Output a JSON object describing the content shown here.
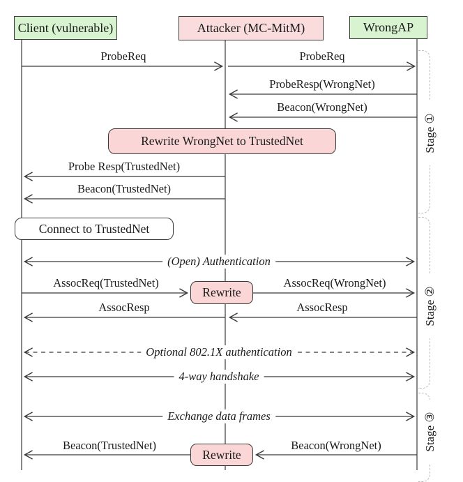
{
  "diagram": {
    "title": "MC-MitM attack sequence diagram",
    "actors": [
      {
        "id": "client",
        "label": "Client (vulnerable)"
      },
      {
        "id": "attacker",
        "label": "Attacker (MC-MitM)"
      },
      {
        "id": "wrongap",
        "label": "WrongAP"
      }
    ],
    "messages": {
      "probe_req_left": "ProbeReq",
      "probe_req_right": "ProbeReq",
      "probe_resp_wrong": "ProbeResp(WrongNet)",
      "beacon_wrong": "Beacon(WrongNet)",
      "probe_resp_trusted": "Probe Resp(TrustedNet)",
      "beacon_trusted": "Beacon(TrustedNet)",
      "open_auth": "(Open) Authentication",
      "assoc_req_trusted": "AssocReq(TrustedNet)",
      "assoc_req_wrong": "AssocReq(WrongNet)",
      "assoc_resp_left": "AssocResp",
      "assoc_resp_right": "AssocResp",
      "optional_8021x": "Optional 802.1X authentication",
      "four_way_handshake": "4-way handshake",
      "exchange_data": "Exchange data frames",
      "beacon_trusted_2": "Beacon(TrustedNet)",
      "beacon_wrong_2": "Beacon(WrongNet)"
    },
    "notes": {
      "rewrite_full": "Rewrite WrongNet to TrustedNet",
      "connect": "Connect to TrustedNet",
      "rewrite_1": "Rewrite",
      "rewrite_2": "Rewrite"
    },
    "stages": [
      {
        "label": "Stage ①"
      },
      {
        "label": "Stage ②"
      },
      {
        "label": "Stage ③"
      }
    ],
    "colors": {
      "actor_green": "#d8f3d0",
      "actor_pink": "#fadcdc",
      "note_pink": "#fad6d6",
      "line": "#3a3a3a",
      "bracket_gray": "#b9b9b9"
    }
  }
}
